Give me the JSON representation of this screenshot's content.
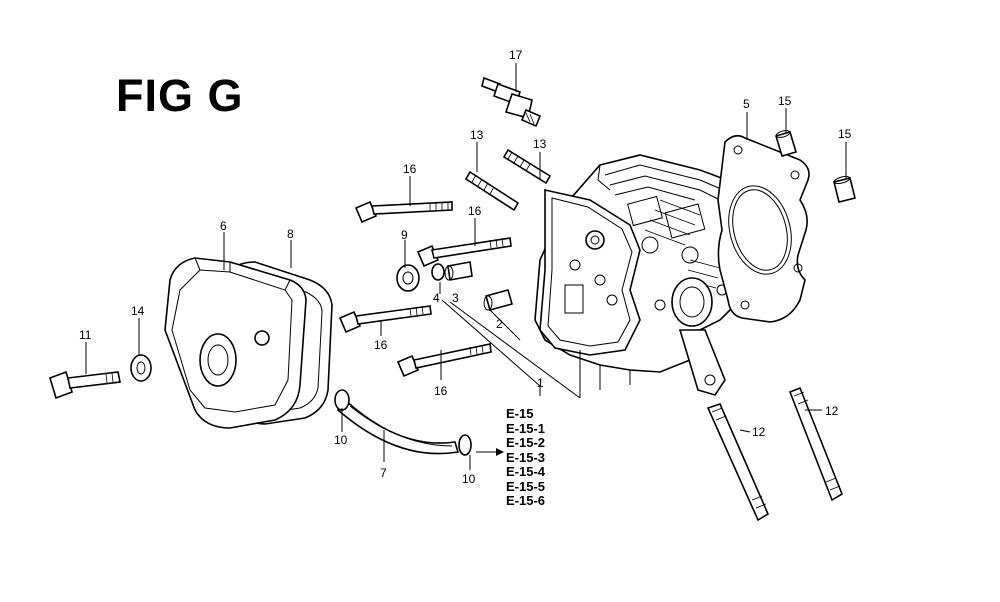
{
  "figure": {
    "title": "FIG G"
  },
  "callouts": [
    {
      "id": "c17",
      "text": "17"
    },
    {
      "id": "c5",
      "text": "5"
    },
    {
      "id": "c15a",
      "text": "15"
    },
    {
      "id": "c15b",
      "text": "15"
    },
    {
      "id": "c13a",
      "text": "13"
    },
    {
      "id": "c13b",
      "text": "13"
    },
    {
      "id": "c16a",
      "text": "16"
    },
    {
      "id": "c16b",
      "text": "16"
    },
    {
      "id": "c16c",
      "text": "16"
    },
    {
      "id": "c16d",
      "text": "16"
    },
    {
      "id": "c9",
      "text": "9"
    },
    {
      "id": "c4",
      "text": "4"
    },
    {
      "id": "c3",
      "text": "3"
    },
    {
      "id": "c2",
      "text": "2"
    },
    {
      "id": "c1",
      "text": "1"
    },
    {
      "id": "c6",
      "text": "6"
    },
    {
      "id": "c8",
      "text": "8"
    },
    {
      "id": "c14",
      "text": "14"
    },
    {
      "id": "c11",
      "text": "11"
    },
    {
      "id": "c10a",
      "text": "10"
    },
    {
      "id": "c7",
      "text": "7"
    },
    {
      "id": "c10b",
      "text": "10"
    },
    {
      "id": "c12a",
      "text": "12"
    },
    {
      "id": "c12b",
      "text": "12"
    }
  ],
  "references": [
    "E-15",
    "E-15-1",
    "E-15-2",
    "E-15-3",
    "E-15-4",
    "E-15-5",
    "E-15-6"
  ]
}
